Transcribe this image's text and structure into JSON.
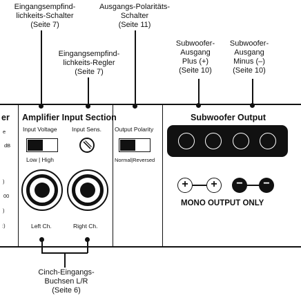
{
  "callouts": {
    "input_sensitivity_switch": "Eingangsempfind-\nlichkeits-Schalter\n(Seite 7)",
    "output_polarity_switch": "Ausgangs-Polaritäts-\nSchalter\n(Seite 11)",
    "input_sensitivity_control": "Eingangsempfind-\nlichkeits-Regler\n(Seite 7)",
    "sub_out_plus": "Subwoofer-\nAusgang\nPlus (+)\n(Seite 10)",
    "sub_out_minus": "Subwoofer-\nAusgang\nMinus (–)\n(Seite 10)",
    "rca_inputs": "Cinch-Eingangs-\nBuchsen L/R\n(Seite 6)"
  },
  "panel": {
    "left_fragment_title": "er",
    "left_fragment_marks": [
      "e",
      "dB",
      ")",
      "00",
      ")",
      ":)"
    ],
    "amp_section_title": "Amplifier Input Section",
    "input_voltage_label": "Input Voltage",
    "input_sens_label": "Input Sens.",
    "voltage_options": "Low | High",
    "output_polarity_label": "Output Polarity",
    "polarity_options": "Normal|Reversed",
    "left_channel_label": "Left Ch.",
    "right_channel_label": "Right Ch.",
    "sub_output_title": "Subwoofer Output",
    "plus_symbol": "+",
    "minus_symbol": "−",
    "mono_label": "MONO OUTPUT ONLY"
  }
}
